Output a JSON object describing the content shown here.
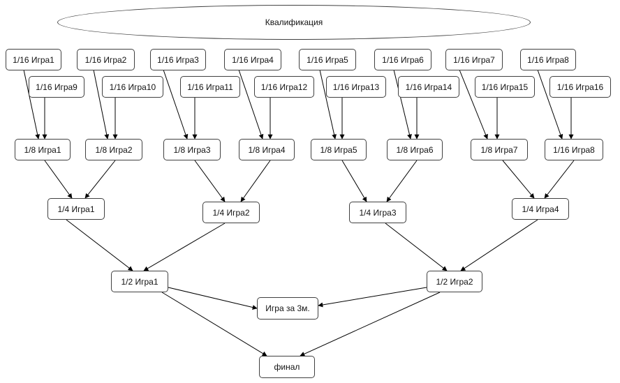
{
  "title": "Квалификация",
  "nodes": {
    "r16_1": "1/16 Игра1",
    "r16_2": "1/16 Игра2",
    "r16_3": "1/16 Игра3",
    "r16_4": "1/16 Игра4",
    "r16_5": "1/16 Игра5",
    "r16_6": "1/16 Игра6",
    "r16_7": "1/16 Игра7",
    "r16_8": "1/16 Игра8",
    "r16_9": "1/16 Игра9",
    "r16_10": "1/16 Игра10",
    "r16_11": "1/16 Игра11",
    "r16_12": "1/16 Игра12",
    "r16_13": "1/16 Игра13",
    "r16_14": "1/16 Игра14",
    "r16_15": "1/16 Игра15",
    "r16_16": "1/16 Игра16",
    "r8_1": "1/8 Игра1",
    "r8_2": "1/8 Игра2",
    "r8_3": "1/8 Игра3",
    "r8_4": "1/8 Игра4",
    "r8_5": "1/8 Игра5",
    "r8_6": "1/8 Игра6",
    "r8_7": "1/8 Игра7",
    "r8_8": "1/16 Игра8",
    "qf_1": "1/4 Игра1",
    "qf_2": "1/4 Игра2",
    "qf_3": "1/4 Игра3",
    "qf_4": "1/4 Игра4",
    "sf_1": "1/2 Игра1",
    "sf_2": "1/2 Игра2",
    "third": "Игра за 3м.",
    "final": "финал"
  },
  "colors": {
    "line": "#000000",
    "border": "#404040",
    "text": "#111111"
  }
}
